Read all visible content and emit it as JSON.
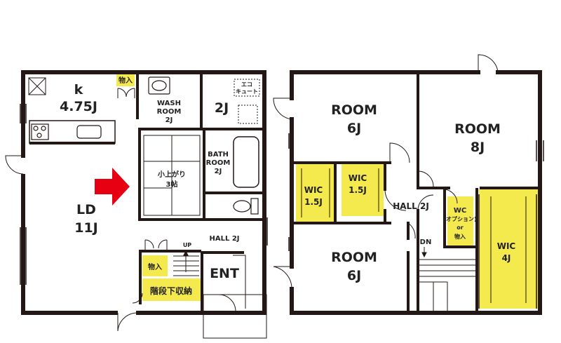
{
  "floor1": {
    "kitchen": {
      "name": "k",
      "size": "4.75J"
    },
    "storage_top": "物入",
    "wash": {
      "l1": "WASH",
      "l2": "ROOM",
      "l3": "2J"
    },
    "room_2j": "2J",
    "eco": {
      "l1": "エコ",
      "l2": "キュート"
    },
    "bath": {
      "l1": "BATH",
      "l2": "ROOM",
      "l3": "2J"
    },
    "kouagari": {
      "l1": "小上がり",
      "l2": "3帖"
    },
    "ld": {
      "name": "LD",
      "size": "11J"
    },
    "hall": "HALL 2J",
    "up": "UP",
    "storage_stair": "物入",
    "under_stair": "階段下収納",
    "ent": "ENT"
  },
  "floor2": {
    "room_tl": {
      "name": "ROOM",
      "size": "6J"
    },
    "room_tr": {
      "name": "ROOM",
      "size": "8J"
    },
    "wic_a": {
      "name": "WIC",
      "size": "1.5J"
    },
    "wic_b": {
      "name": "WIC",
      "size": "1.5J"
    },
    "hall": "HALL 2J",
    "wc": {
      "name": "WC",
      "opt": "(オプション)",
      "or": "or",
      "alt": "物入"
    },
    "wic_c": {
      "name": "WIC",
      "size": "4J"
    },
    "room_b": {
      "name": "ROOM",
      "size": "6J"
    },
    "dn": "DN"
  },
  "colors": {
    "wall": "#231815",
    "storage": "#f5ea4d",
    "arrow": "#e60012"
  }
}
